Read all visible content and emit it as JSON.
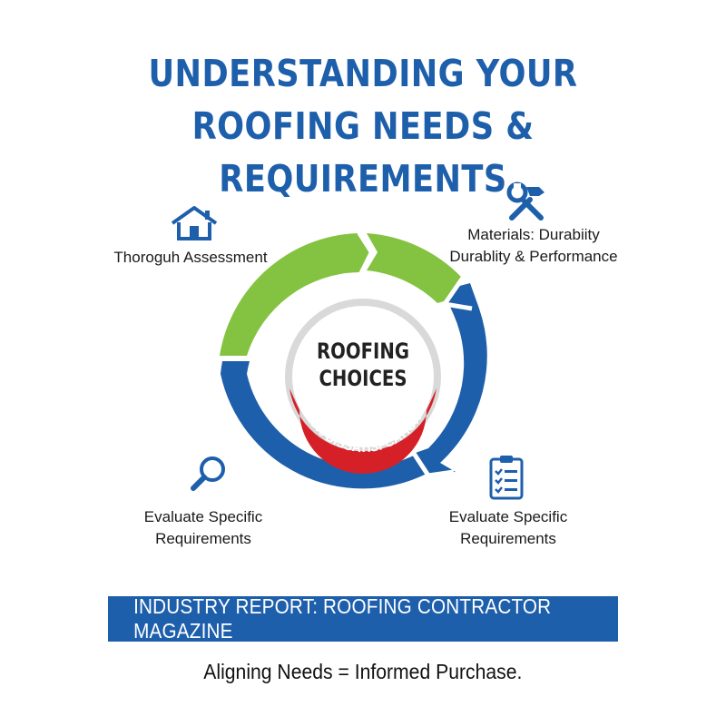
{
  "title": {
    "line1": "UNDERSTANDING YOUR",
    "line2": "ROOFING NEEDS & REQUIREMENTS"
  },
  "center": {
    "line1": "ROOFING",
    "line2": "CHOICES",
    "ribbon": "30% DISSATISFCATION"
  },
  "labels": {
    "top_left": "Thoroguh Assessment",
    "top_right_line1": "Materials: Durabiity",
    "top_right_line2": "Durablity & Performance",
    "bottom_left_line1": "Evaluate Specific",
    "bottom_left_line2": "Requirements",
    "bottom_right_line1": "Evaluate Specific",
    "bottom_right_line2": "Requirements"
  },
  "icons": {
    "top_left": "house-icon",
    "top_right": "tools-icon",
    "bottom_left": "magnifier-icon",
    "bottom_right": "clipboard-checklist-icon"
  },
  "banner": "INDUSTRY REPORT: ROOFING CONTRACTOR MAGAZINE",
  "tagline": "Aligning Needs = Informed Purchase.",
  "colors": {
    "blue": "#1e5fab",
    "green": "#84c341",
    "red": "#d62027"
  }
}
